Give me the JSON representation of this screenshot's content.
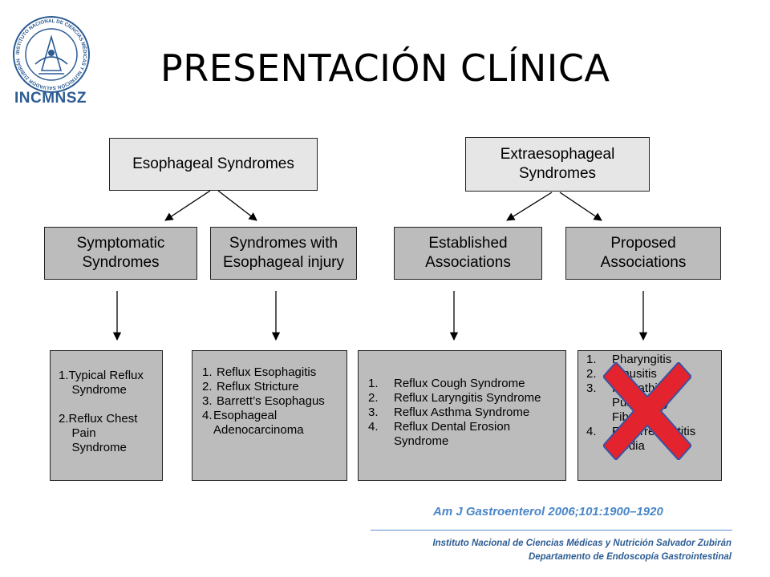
{
  "logo": {
    "text": "INCMNSZ",
    "seal_text": "INSTITUTO NACIONAL DE CIENCIAS MÉDICAS Y NUTRICIÓN SALVADOR ZUBIRÁN",
    "color": "#2d5c93"
  },
  "title": "PRESENTACIÓN CLÍNICA",
  "diagram": {
    "top_nodes": [
      {
        "lines": [
          "Esophageal Syndromes"
        ]
      },
      {
        "lines": [
          "Extraesophageal",
          "Syndromes"
        ]
      }
    ],
    "mid_nodes": [
      {
        "lines": [
          "Symptomatic",
          "Syndromes"
        ]
      },
      {
        "lines": [
          "Syndromes with",
          "Esophageal injury"
        ]
      },
      {
        "lines": [
          "Established",
          "Associations"
        ]
      },
      {
        "lines": [
          "Proposed",
          "Associations"
        ]
      }
    ],
    "lists": [
      {
        "items": [
          {
            "num": "1.",
            "lines": [
              "Typical Reflux",
              "Syndrome"
            ]
          },
          {
            "num": "2.",
            "lines": [
              "Reflux Chest",
              "Pain",
              "Syndrome"
            ]
          }
        ]
      },
      {
        "items": [
          {
            "num": "1.",
            "lines": [
              "Reflux Esophagitis"
            ]
          },
          {
            "num": "2.",
            "lines": [
              "Reflux Stricture"
            ]
          },
          {
            "num": "3.",
            "lines": [
              "Barrett’s Esophagus"
            ]
          },
          {
            "num": "4.",
            "lines": [
              "Esophageal",
              "Adenocarcinoma"
            ]
          }
        ]
      },
      {
        "items": [
          {
            "num": "1.",
            "lines": [
              "Reflux Cough Syndrome"
            ]
          },
          {
            "num": "2.",
            "lines": [
              "Reflux Laryngitis Syndrome"
            ]
          },
          {
            "num": "3.",
            "lines": [
              "Reflux Asthma Syndrome"
            ]
          },
          {
            "num": "4.",
            "lines": [
              "Reflux Dental Erosion",
              "Syndrome"
            ]
          }
        ]
      },
      {
        "items": [
          {
            "num": "1.",
            "lines": [
              "Pharyngitis"
            ]
          },
          {
            "num": "2.",
            "lines": [
              "Sinusitis"
            ]
          },
          {
            "num": "3.",
            "lines": [
              "Idiopathic",
              "Pulmonary",
              "Fibrosis"
            ]
          },
          {
            "num": "4.",
            "lines": [
              "Recurrent Otitis",
              "Media"
            ]
          }
        ]
      }
    ],
    "x_mark_color": "#e3232d",
    "x_mark_border": "#3a52a0"
  },
  "citation": "Am J Gastroenterol  2006;101:1900–1920",
  "footer": {
    "line1": "Instituto Nacional de Ciencias Médicas y Nutrición Salvador Zubirán",
    "line2": "Departamento de Endoscopía Gastrointestinal"
  }
}
